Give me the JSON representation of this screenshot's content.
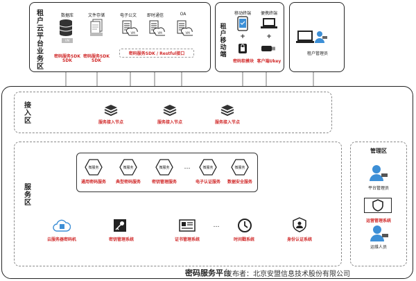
{
  "tenant_cloud": {
    "title": "租户云平台业务区",
    "apps": [
      {
        "name": "数据库",
        "sdk": "密码服务SDK",
        "icon": "database-icon"
      },
      {
        "name": "文件存储",
        "sdk": "密码服务SDK",
        "icon": "file-storage-icon"
      },
      {
        "name": "电子公文",
        "icon": "document-vm-icon"
      },
      {
        "name": "即时通信",
        "icon": "chat-vm-icon"
      },
      {
        "name": "OA",
        "icon": "oa-vm-icon"
      }
    ],
    "vm_tag": "VM",
    "shared_sdk": "密码服务SDK / Restful接口"
  },
  "tenant_mobile": {
    "title": "租户移动端",
    "mobile_label": "移动终端",
    "portable_label": "便携终端",
    "plus": "+",
    "soft_module": "密码软模块",
    "ukey": "客户端Ukey"
  },
  "tenant_admin": {
    "label": "租户管理员"
  },
  "platform": {
    "title": "密码服务平台",
    "watermark": "发布者：北京安盟信息技术股份有限公司",
    "access": {
      "title": "接入区",
      "nodes": [
        "服务接入节点",
        "服务接入节点",
        "服务接入节点"
      ]
    },
    "service": {
      "title": "服务区",
      "micro": [
        {
          "hex": "微服务",
          "label": "通用密码服务"
        },
        {
          "hex": "微服务",
          "label": "典型密码服务"
        },
        {
          "hex": "微服务",
          "label": "密钥管理服务"
        },
        {
          "hex": "微服务",
          "label": "电子认证服务"
        },
        {
          "hex": "微服务",
          "label": "数据安全服务"
        }
      ],
      "ellipsis": "…",
      "systems": [
        {
          "label": "云服务器密码机",
          "icon": "cloud-hsm-icon"
        },
        {
          "label": "密钥管理系统",
          "icon": "key-management-icon"
        },
        {
          "label": "证书管理系统",
          "icon": "certificate-icon"
        },
        {
          "label": "时间戳系统",
          "icon": "clock-icon"
        },
        {
          "label": "身份认证系统",
          "icon": "identity-auth-icon"
        }
      ]
    },
    "management": {
      "title": "管理区",
      "platform_admin": "平台管理员",
      "ops_system": "运营管理系统",
      "ops_staff": "运维人员"
    }
  },
  "colors": {
    "accent_blue": "#3d8fd6",
    "red": "#d12b2b",
    "border": "#222222"
  }
}
